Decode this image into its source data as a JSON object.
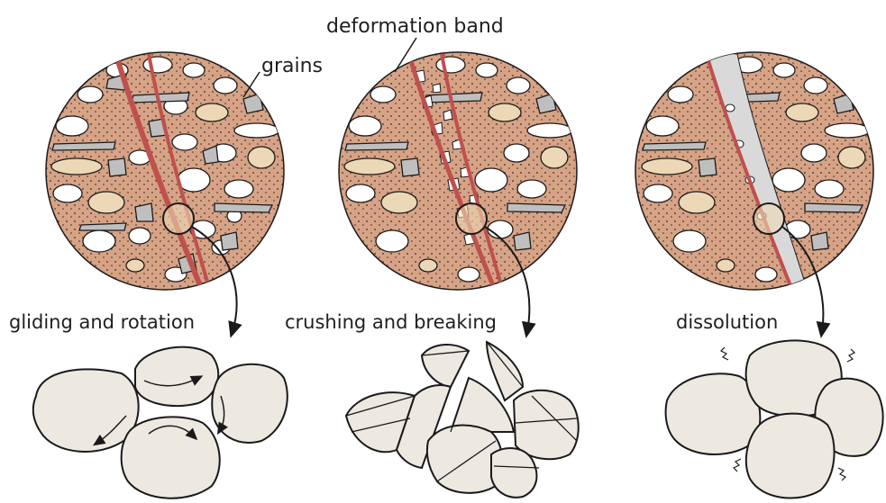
{
  "labels": {
    "deformation_band": "deformation band",
    "grains": "grains",
    "gliding_and_rotation": "gliding and rotation",
    "crushing_and_breaking": "crushing and breaking",
    "dissolution": "dissolution"
  },
  "colors": {
    "matrix": "#d7a386",
    "band": "#c0504d",
    "grain_white": "#ffffff",
    "grain_grey": "#bfbfbf",
    "grain_tan": "#ecd8b6",
    "grain_fill": "#ede9e1",
    "stroke": "#1a1a1a"
  }
}
